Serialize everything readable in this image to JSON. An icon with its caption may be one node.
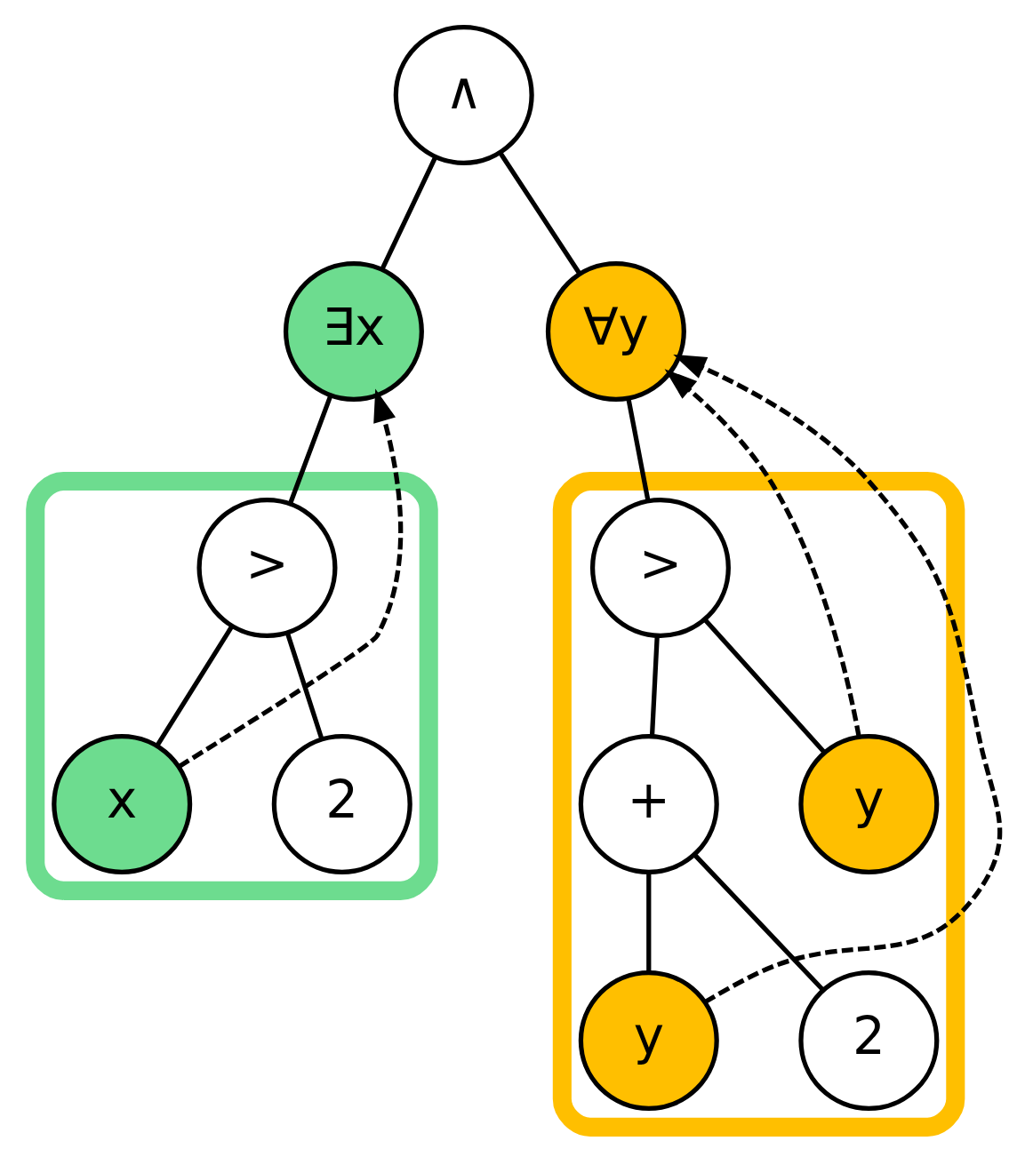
{
  "diagram": {
    "nodes": [
      {
        "text": [
          "∧"
        ]
      },
      {
        "text": [
          "∃x"
        ]
      },
      {
        "text": [
          "∀y"
        ]
      },
      {
        "text": [],
        "shape": "box"
      },
      {
        "text": [
          ">"
        ],
        "in": 3
      },
      {
        "text": [
          "x"
        ],
        "in": 3
      },
      {
        "text": [
          "2"
        ],
        "in": 3
      },
      {
        "text": [],
        "shape": "box"
      },
      {
        "text": [
          ">"
        ],
        "in": 7
      },
      {
        "text": [
          "+"
        ],
        "in": 7
      },
      {
        "text": [
          "y"
        ],
        "in": 7
      },
      {
        "text": [
          "y"
        ],
        "in": 7
      },
      {
        "text": [
          "2"
        ],
        "in": 7
      }
    ],
    "edges": [
      {
        "from": 0,
        "to": 1,
        "arrow": "none"
      },
      {
        "from": 0,
        "to": 2,
        "arrow": "none"
      },
      {
        "from": 1,
        "to": 4,
        "arrow": "none"
      },
      {
        "from": 4,
        "to": 5,
        "arrow": "none"
      },
      {
        "from": 4,
        "to": 6,
        "arrow": "none"
      },
      {
        "from": 2,
        "to": 8,
        "arrow": "none"
      },
      {
        "from": 8,
        "to": 9,
        "arrow": "none"
      },
      {
        "from": 8,
        "to": 10,
        "arrow": "none"
      },
      {
        "from": 9,
        "to": 11,
        "arrow": "none"
      },
      {
        "from": 9,
        "to": 12,
        "arrow": "none"
      },
      {
        "from": 5,
        "to": 1,
        "arrow": "to",
        "style": "dashed"
      },
      {
        "from": 10,
        "to": 2,
        "arrow": "to",
        "style": "dashed"
      },
      {
        "from": 11,
        "to": 2,
        "arrow": "to",
        "style": "dashed"
      }
    ]
  }
}
